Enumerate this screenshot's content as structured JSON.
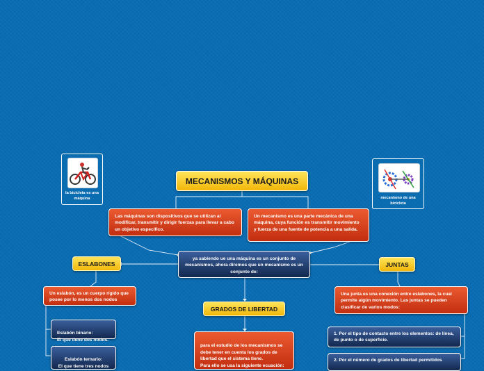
{
  "title": "MECANISMOS Y MÁQUINAS",
  "defs": {
    "maquinas": "Las máquinas son dispositivos que se utilizan al modificar, transmitir y dirigir fuerzas para llevar a cabo un objetivo específico.",
    "mecanismo": "Un mecanismo es una parte mecánica de una máquina, cuya función es transmitir movimiento y fuerza de una fuente de potencia a una salida."
  },
  "central": "ya sabiendo ue una máquina es un conjunto de mecanismos, ahora diremos que un mecanismo es un conjunto de:",
  "eslabones": {
    "label": "ESLABONES",
    "def": "Un eslabón, es un cuerpo rígido que posee por lo menos dos nodos",
    "binario": "Eslabón binario:\nEl que tiene dos nodos.",
    "ternario": "Eslabón ternario:\nEl que tiene tres nodos"
  },
  "grados": {
    "label": "GRADOS DE LIBERTAD",
    "text": "para el estudio de los mecanismos se debe tener en cuenta los grados de libertad que el sistema tiene.\nPara ello se usa la siguiente ecuación:"
  },
  "juntas": {
    "label": "JUNTAS",
    "def": "Una junta es una conexión entre eslabones, la cual permite algún movimiento. Las juntas se pueden clasificar de varios modos:",
    "item1": "1. Por el tipo de contacto entre los elementos: de línea, de punto o de superficie.",
    "item2": "2. Por el número de grados de libertad permitidos"
  },
  "images": {
    "bici": "la bicicleta es una máquina",
    "mecanismo": "mecanismo de una bicicleta"
  },
  "colors": {
    "background": "#0a6db3",
    "title": "#f7c51b",
    "definition": "#d53d1b",
    "detail": "#1d3866",
    "connector": "#ffffff"
  }
}
